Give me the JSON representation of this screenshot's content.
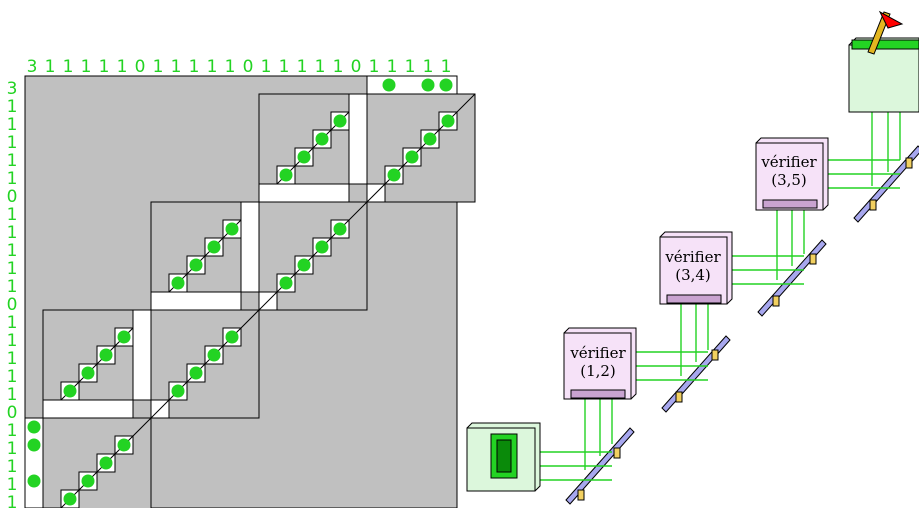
{
  "top_bits": [
    "3",
    "1",
    "1",
    "1",
    "1",
    "1",
    "0",
    "1",
    "1",
    "1",
    "1",
    "1",
    "0",
    "1",
    "1",
    "1",
    "1",
    "1",
    "0",
    "1",
    "1",
    "1",
    "1",
    "1"
  ],
  "side_bits": [
    "3",
    "1",
    "1",
    "1",
    "1",
    "1",
    "0",
    "1",
    "1",
    "1",
    "1",
    "1",
    "0",
    "1",
    "1",
    "1",
    "1",
    "1",
    "0",
    "1",
    "1",
    "1",
    "1",
    "1"
  ],
  "modules": [
    {
      "label": "vérifier",
      "pair": "(1,2)"
    },
    {
      "label": "vérifier",
      "pair": "(3,4)"
    },
    {
      "label": "vérifier",
      "pair": "(3,5)"
    }
  ],
  "colors": {
    "grid_bg": "#c0c0c0",
    "green": "#23d323",
    "module_pink": "#f6e2f8",
    "module_green": "#dcf7dc",
    "bar": "#a7a7ee",
    "flag": "#ff0000"
  },
  "icons": [
    "flag-icon",
    "mailbox-icon",
    "rail-icon",
    "connector-icon"
  ]
}
